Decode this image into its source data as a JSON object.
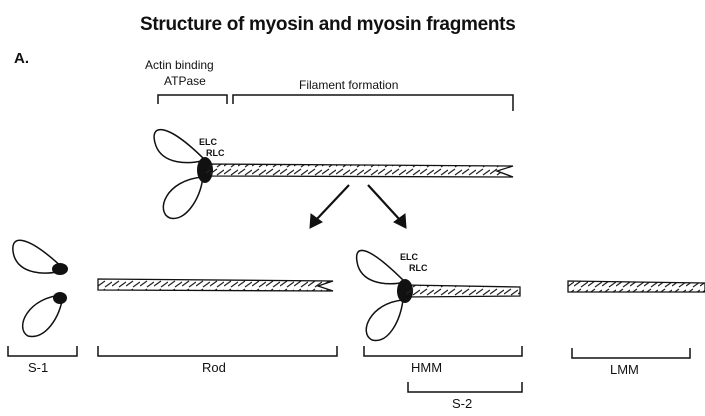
{
  "title": "Structure of myosin and myosin fragments",
  "panel_label": "A.",
  "top_labels": {
    "actin_binding": "Actin binding",
    "atpase": "ATPase",
    "filament_formation": "Filament formation"
  },
  "chain_labels": {
    "elc": "ELC",
    "rlc": "RLC"
  },
  "fragment_labels": {
    "s1": "S-1",
    "rod": "Rod",
    "hmm": "HMM",
    "lmm": "LMM",
    "s2": "S-2"
  }
}
